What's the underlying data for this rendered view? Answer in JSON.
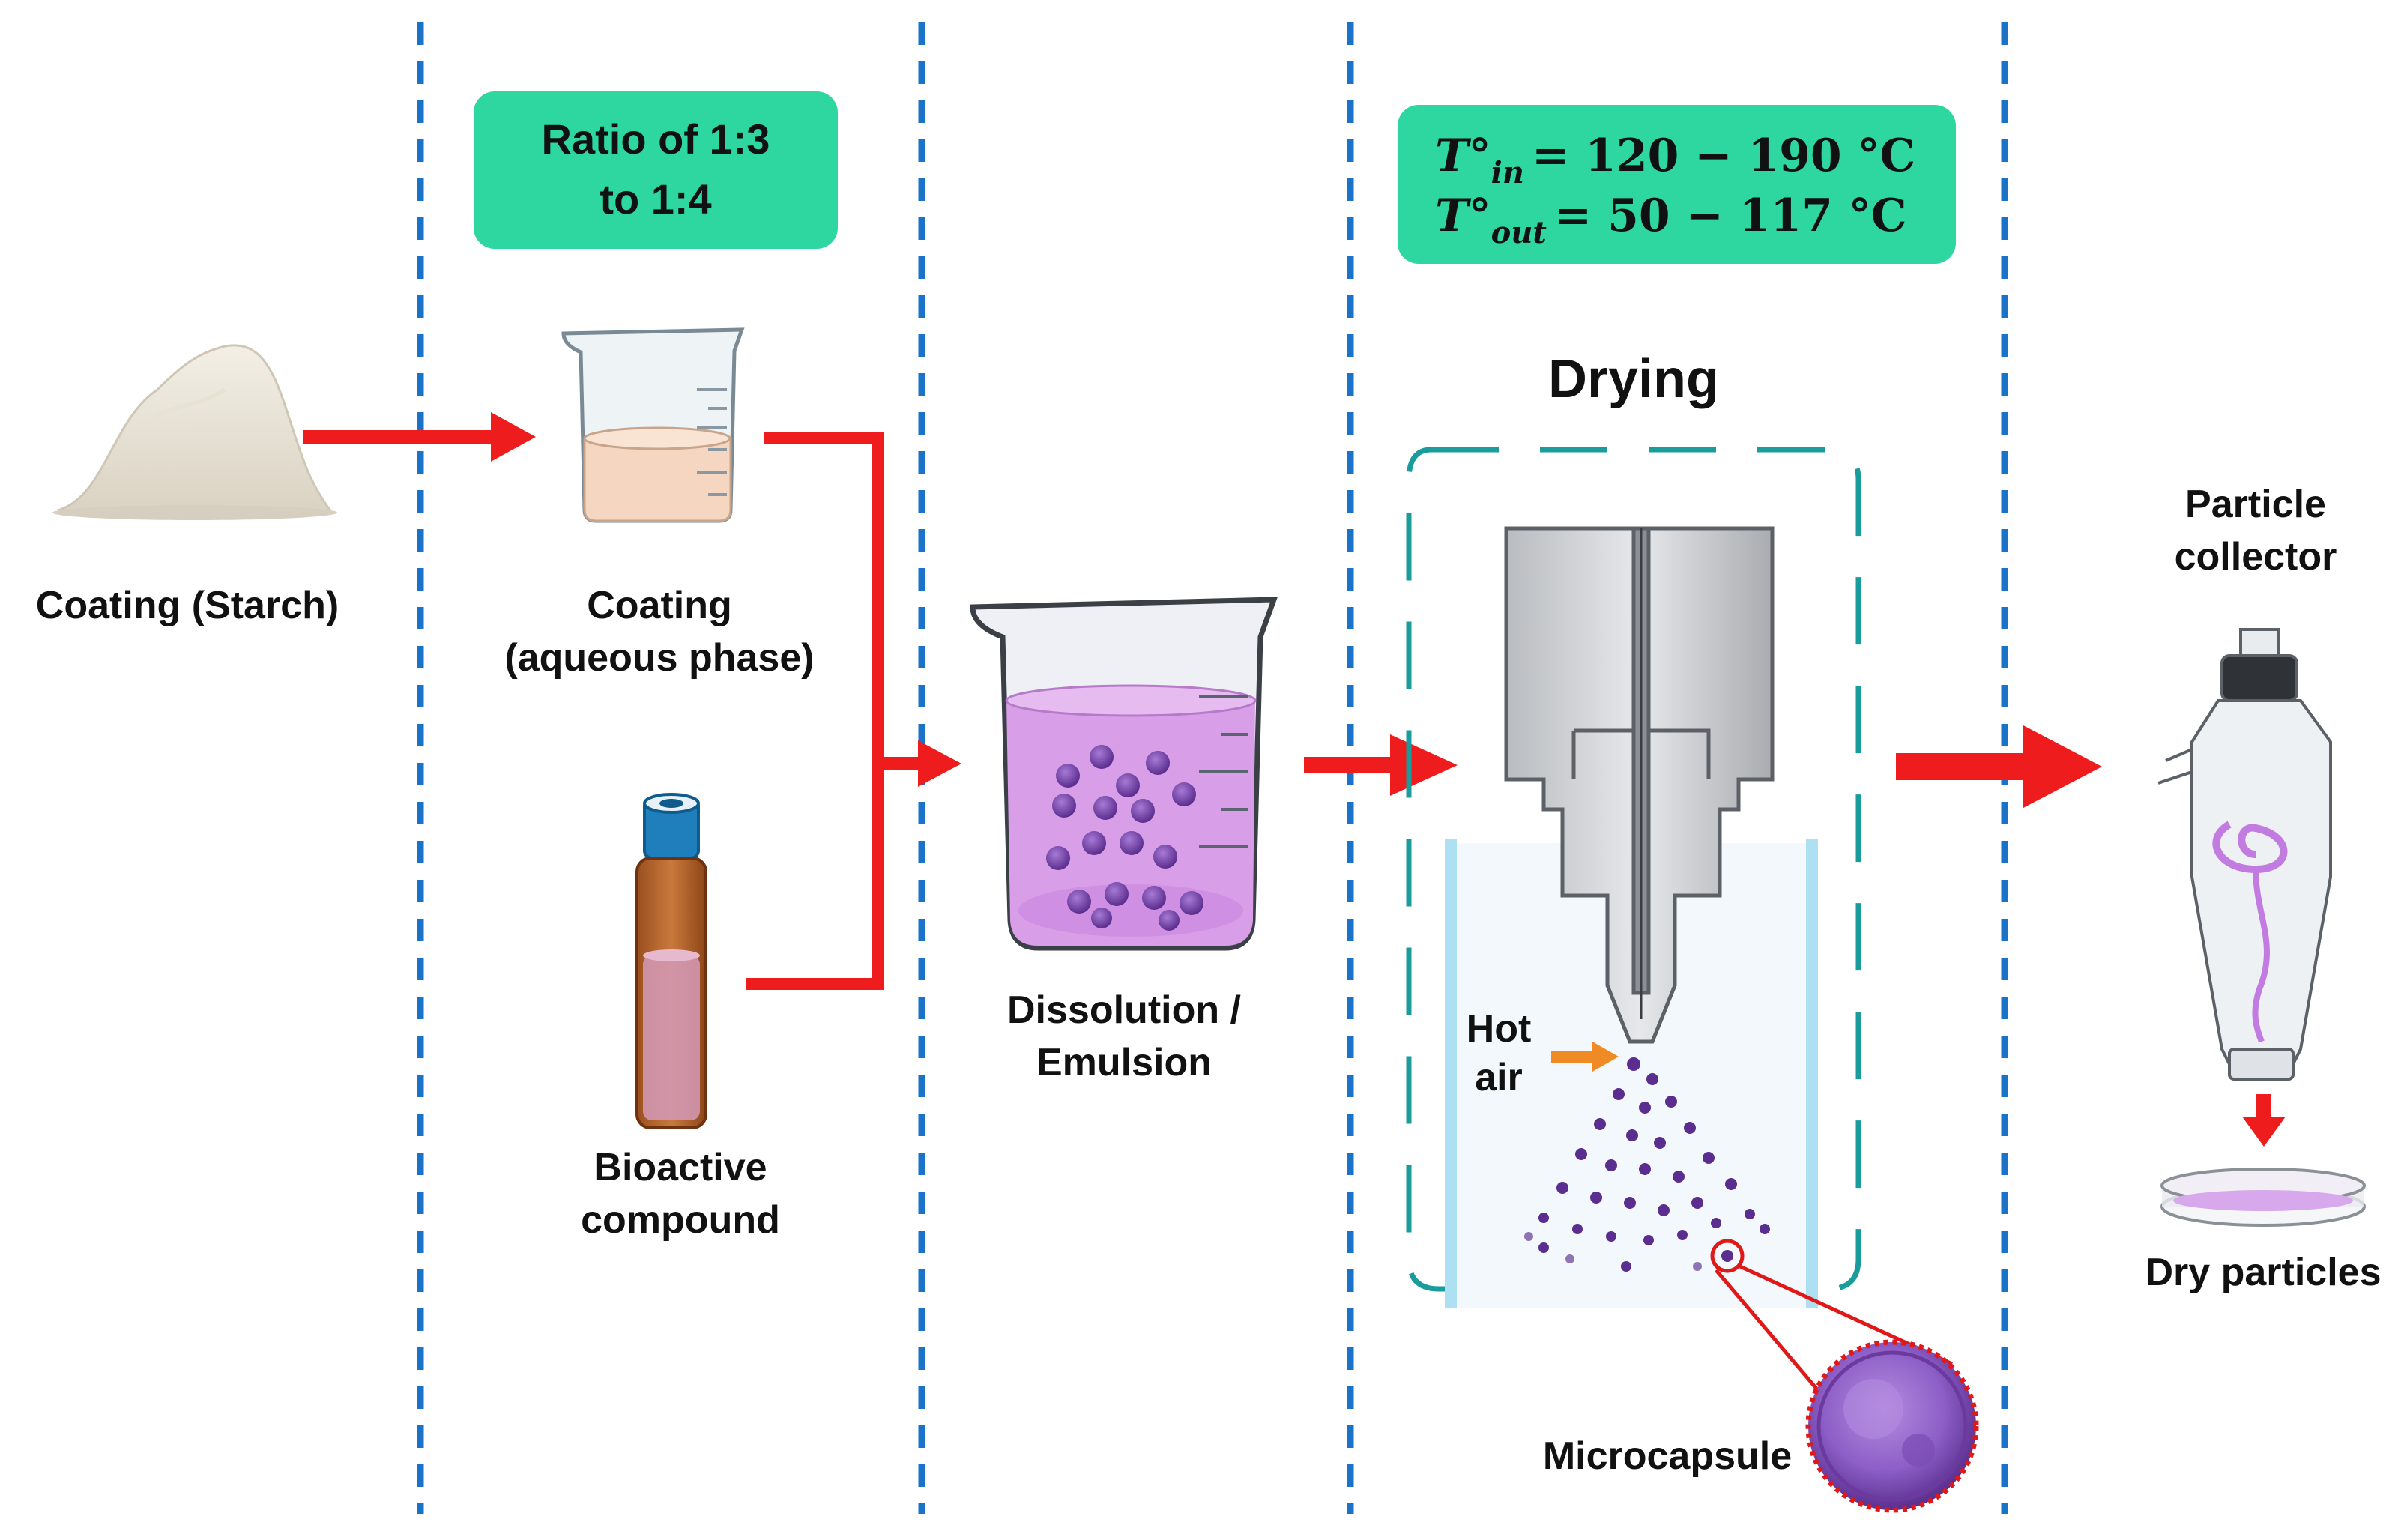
{
  "ratio_box": {
    "line1": "Ratio of 1:3",
    "line2": "to 1:4"
  },
  "temp_box": {
    "in": {
      "T": "T°",
      "sub": "in",
      "value": "= 120  − 190 °C"
    },
    "out": {
      "T": "T°",
      "sub": "out",
      "value": "= 50  − 117 °C"
    }
  },
  "labels": {
    "starch": "Coating (Starch)",
    "coating_line1": "Coating",
    "coating_line2": "(aqueous phase)",
    "bioactive_line1": "Bioactive",
    "bioactive_line2": "compound",
    "dissolution_line1": "Dissolution /",
    "dissolution_line2": "Emulsion",
    "drying": "Drying",
    "hot_air_line1": "Hot",
    "hot_air_line2": "air",
    "microcapsule": "Microcapsule",
    "collector_line1": "Particle",
    "collector_line2": "collector",
    "dry_particles": "Dry particles"
  },
  "colors": {
    "arrow_red": "#ee1c1c",
    "divider_blue": "#1a73c8",
    "box_green": "#2ed6a0",
    "chamber_teal": "#1a9c9c",
    "liquid_purple": "#d89ee8",
    "particle_purple": "#6a3ea1",
    "hot_air_orange": "#f08a24"
  },
  "icons": [
    "starch-powder-pile",
    "beaker-coating",
    "vial-bioactive",
    "beaker-emulsion",
    "spray-nozzle",
    "cyclone-collector",
    "petri-dish",
    "microcapsule-icon"
  ]
}
